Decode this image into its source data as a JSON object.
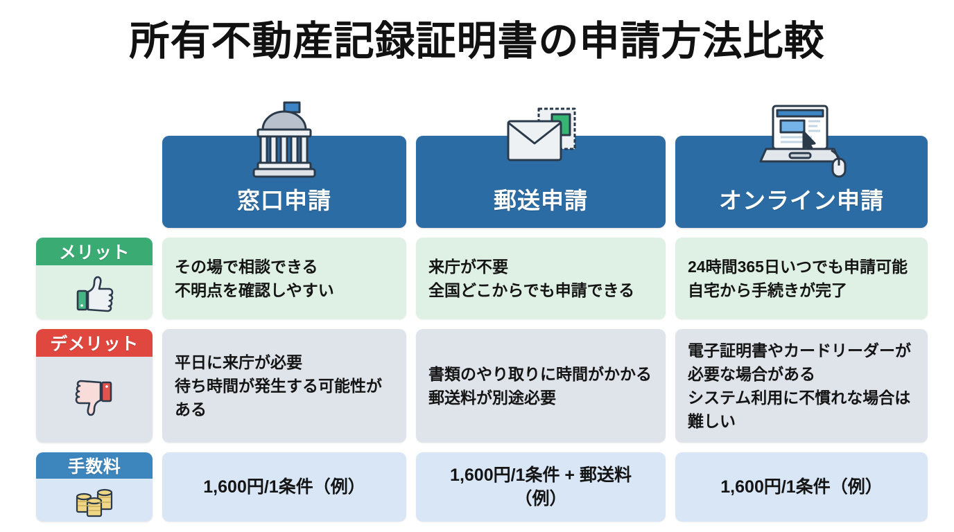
{
  "title": "所有不動産記録証明書の申請方法比較",
  "colors": {
    "header_blue": "#2c6ca4",
    "merit_green": "#3bab74",
    "merit_cell": "#dff0e4",
    "demerit_red": "#e0473f",
    "demerit_cell": "#dfe3ea",
    "fee_blue": "#3d85bd",
    "fee_cell": "#d8e6f5",
    "page_background": "#ffffff",
    "text": "#141414"
  },
  "columns": [
    {
      "label": "窓口申請",
      "icon": "government-building-icon"
    },
    {
      "label": "郵送申請",
      "icon": "envelope-stamp-icon"
    },
    {
      "label": "オンライン申請",
      "icon": "laptop-mouse-icon"
    }
  ],
  "rows": [
    {
      "key": "merit",
      "label": "メリット",
      "icon": "thumbs-up-icon",
      "cells": [
        {
          "lines": [
            "その場で相談できる",
            "不明点を確認しやすい"
          ]
        },
        {
          "lines": [
            "来庁が不要",
            "全国どこからでも申請できる"
          ]
        },
        {
          "lines": [
            "24時間365日いつでも申請可能",
            "自宅から手続きが完了"
          ]
        }
      ]
    },
    {
      "key": "demerit",
      "label": "デメリット",
      "icon": "thumbs-down-icon",
      "cells": [
        {
          "lines": [
            "平日に来庁が必要",
            "待ち時間が発生する可能性がある"
          ]
        },
        {
          "lines": [
            "書類のやり取りに時間がかかる",
            "郵送料が別途必要"
          ]
        },
        {
          "lines": [
            "電子証明書やカードリーダーが必要な場合がある",
            "システム利用に不慣れな場合は難しい"
          ]
        }
      ]
    },
    {
      "key": "fee",
      "label": "手数料",
      "icon": "coin-stack-icon",
      "cells": [
        {
          "lines": [
            "1,600円/1条件（例）"
          ]
        },
        {
          "lines": [
            "1,600円/1条件 + 郵送料（例）"
          ]
        },
        {
          "lines": [
            "1,600円/1条件（例）"
          ]
        }
      ]
    }
  ]
}
